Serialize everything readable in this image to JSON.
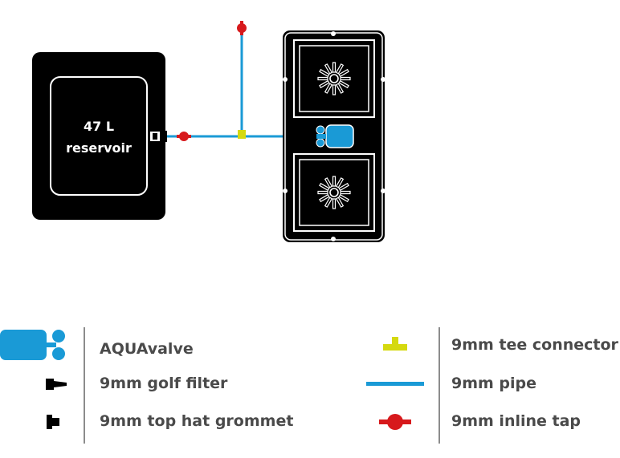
{
  "reservoir": {
    "line1": "47 L",
    "line2": "reservoir"
  },
  "legend": {
    "left": [
      {
        "label": "AQUAvalve",
        "icon": "aquavalve-icon"
      },
      {
        "label": "9mm golf filter",
        "icon": "golf-filter-icon"
      },
      {
        "label": "9mm top hat grommet",
        "icon": "top-hat-grommet-icon"
      }
    ],
    "right": [
      {
        "label": "9mm tee connector",
        "icon": "tee-connector-icon"
      },
      {
        "label": "9mm pipe",
        "icon": "pipe-icon"
      },
      {
        "label": "9mm inline tap",
        "icon": "inline-tap-icon"
      }
    ]
  },
  "colors": {
    "pipe": "#1a9ad6",
    "tap": "#d7191c",
    "tee": "#d5d90f",
    "valve": "#1a9ad6",
    "black": "#000000",
    "text": "#4a4a4a"
  }
}
